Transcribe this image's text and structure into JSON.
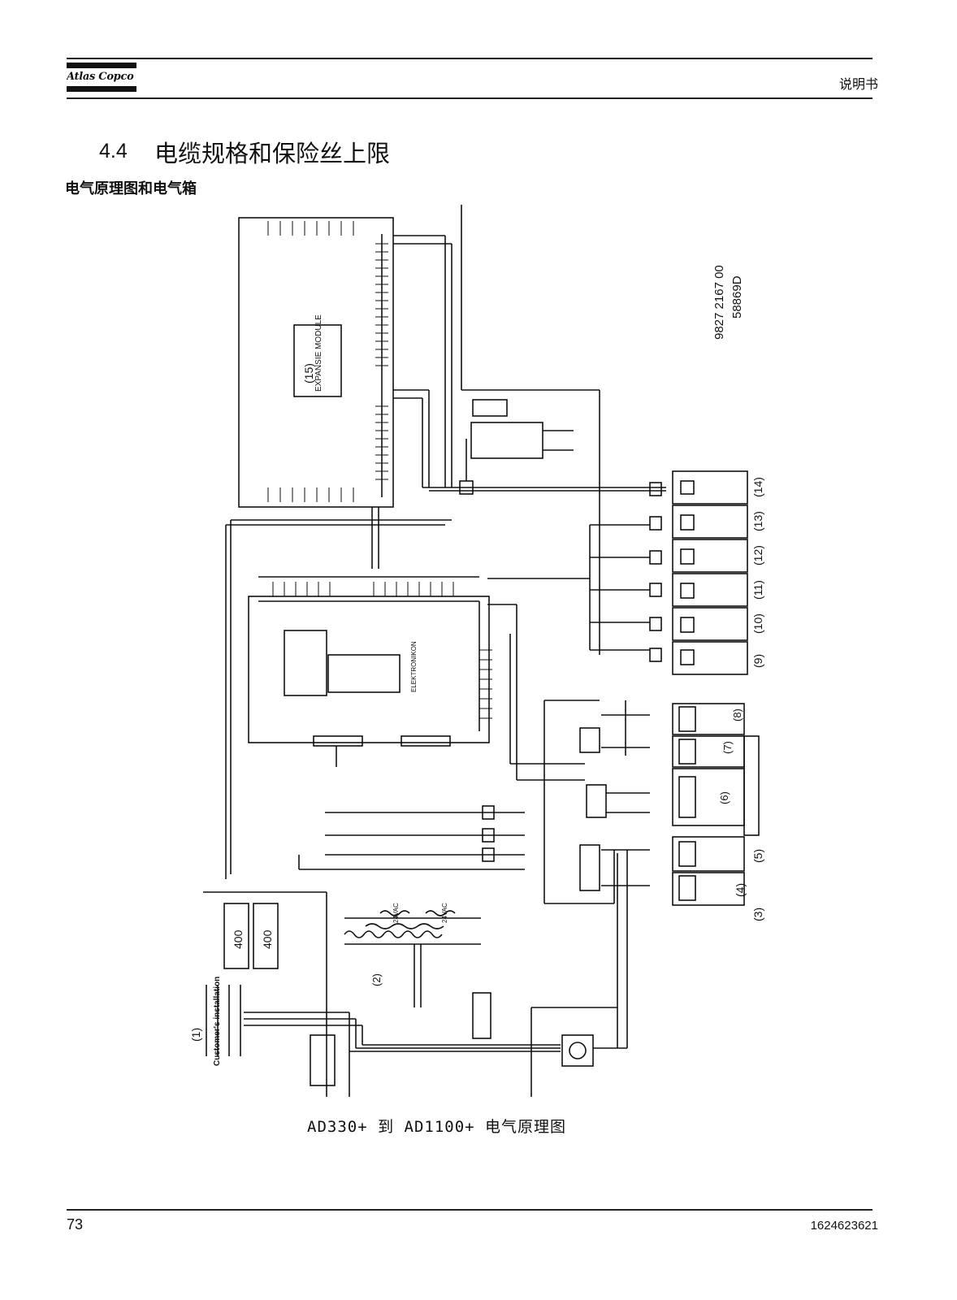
{
  "header": {
    "brand": "Atlas Copco",
    "doc_type": "说明书"
  },
  "section": {
    "number": "4.4",
    "title": "电缆规格和保险丝上限"
  },
  "subheading": "电气原理图和电气箱",
  "diagram": {
    "part_number": "9827 2167 00",
    "drawing_number": "58869D",
    "module_label": "EXPANSIE MODULE",
    "module_number": "(15)",
    "controller_label": "ELEKTRONIKON",
    "customer_installation": "Customer's installation",
    "customer_installation_ref": "(1)",
    "supply_value": "400",
    "transformer_left": "24VAC",
    "transformer_right": "24VAC",
    "device_refs": [
      "(14)",
      "(13)",
      "(12)",
      "(11)",
      "(10)",
      "(9)",
      "(8)",
      "(7)",
      "(6)",
      "(5)",
      "(4)",
      "(3)"
    ],
    "box_ref_2": "(2)"
  },
  "caption": "AD330+ 到 AD1100+ 电气原理图",
  "footer": {
    "page_number": "73",
    "doc_number": "1624623621"
  }
}
